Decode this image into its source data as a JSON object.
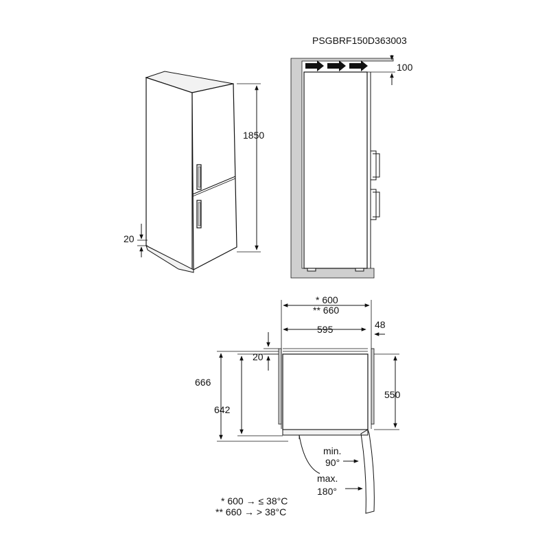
{
  "model_code": "PSGBRF150D363003",
  "dimensions": {
    "height": "1850",
    "feet_clearance": "20",
    "top_ventilation": "100",
    "niche_width_600": "* 600",
    "niche_width_660": "** 660",
    "appliance_width": "595",
    "side_gap": "48",
    "rear_gap": "20",
    "overall_depth_open": "666",
    "depth_with_door": "642",
    "cabinet_depth": "550"
  },
  "door_opening": {
    "min_label": "min.",
    "min_angle": "90°",
    "max_label": "max.",
    "max_angle": "180°"
  },
  "notes": [
    "* 600 → ≤ 38°C",
    "** 660 → > 38°C"
  ]
}
